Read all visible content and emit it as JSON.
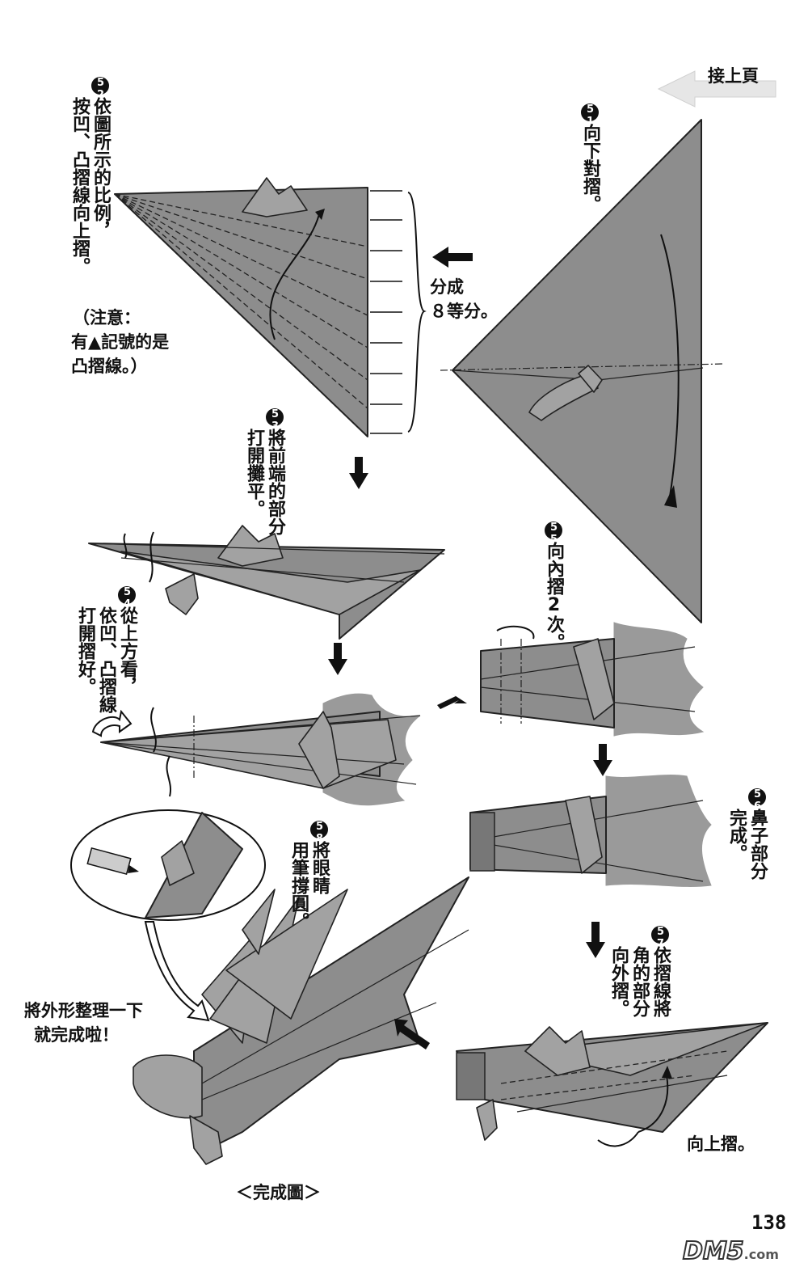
{
  "nav": {
    "continued_label": "接上頁"
  },
  "steps": {
    "s51": {
      "num": "51",
      "text": "向下對摺。"
    },
    "s52": {
      "num": "52",
      "line1": "依圖所示的比例，",
      "line2": "按凹、凸摺線向上摺。"
    },
    "note": {
      "line1": "（注意：",
      "line2": "有▲記號的是",
      "line3": "凸摺線。）"
    },
    "divide": {
      "line1": "分成",
      "line2": "８等分。"
    },
    "s53": {
      "num": "53",
      "line1": "將前端的部分",
      "line2": "打開攤平。"
    },
    "s54": {
      "num": "54",
      "line1": "從上方看，",
      "line2": "依凹、凸摺線",
      "line3": "打開摺好。"
    },
    "s55": {
      "num": "55",
      "text": "向內摺2次。"
    },
    "s56": {
      "num": "56",
      "line1": "鼻子部分",
      "line2": "完成。"
    },
    "s57": {
      "num": "57",
      "line1": "依摺線將",
      "line2": "角的部分",
      "line3": "向外摺。"
    },
    "s58": {
      "num": "58",
      "line1": "將眼睛",
      "line2": "用筆撐圓。"
    },
    "fold_up": "向上摺。",
    "finish": {
      "line1": "將外形整理一下",
      "line2": "就完成啦！"
    },
    "complete_caption": "＜完成圖＞"
  },
  "footer": {
    "page_number": "138",
    "logo": "DM5",
    "logo_suffix": ".com"
  },
  "colors": {
    "paper": "#8d8d8d",
    "ink": "#111111",
    "background": "#ffffff"
  }
}
